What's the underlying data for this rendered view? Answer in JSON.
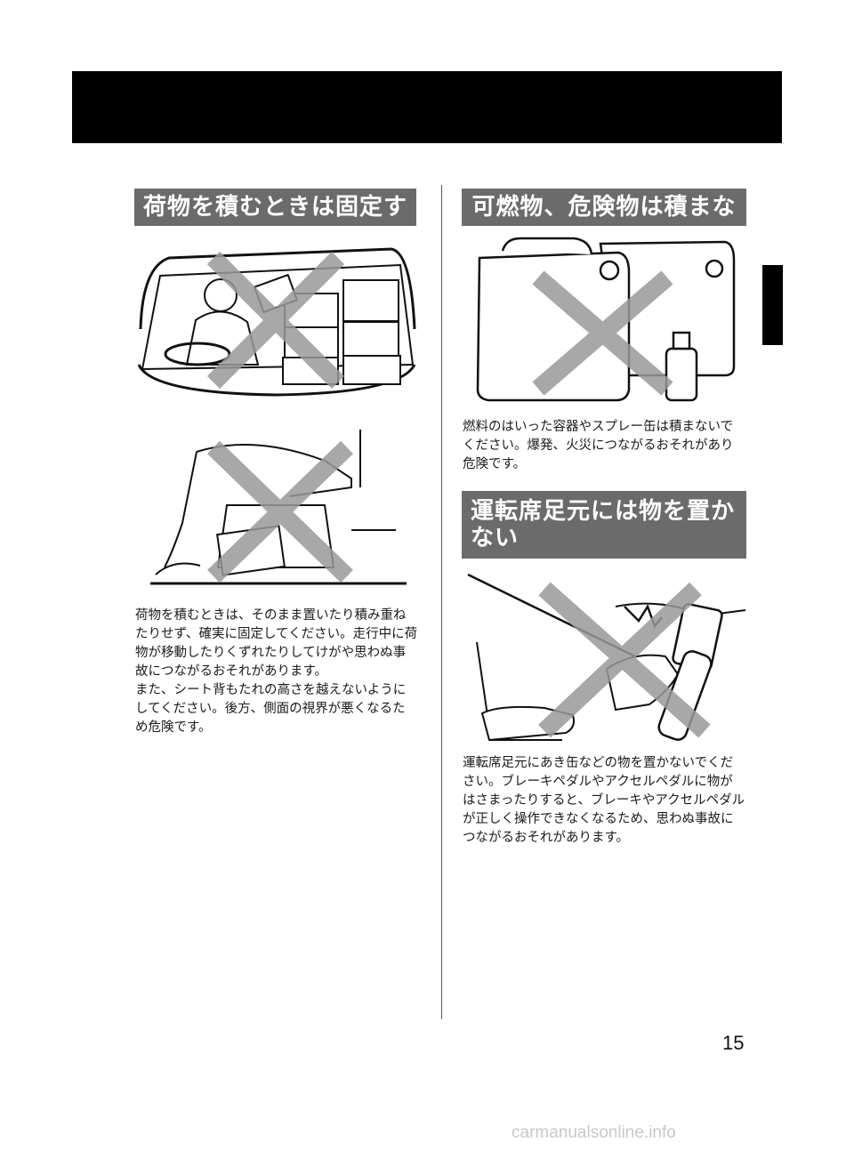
{
  "left_section": {
    "heading": "荷物を積むときは固定する",
    "body": "荷物を積むときは、そのまま置いたり積み重ねたりせず、確実に固定してください。走行中に荷物が移動したりくずれたりしてけがや思わぬ事故につながるおそれがあります。\nまた、シート背もたれの高さを越えないようにしてください。後方、側面の視界が悪くなるため危険です。"
  },
  "right_section_1": {
    "heading": "可燃物、危険物は積まない",
    "body": "燃料のはいった容器やスプレー缶は積まないでください。爆発、火災につながるおそれがあり危険です。"
  },
  "right_section_2": {
    "heading": "運転席足元には物を置かない",
    "body": "運転席足元にあき缶などの物を置かないでください。ブレーキペダルやアクセルペダルに物がはさまったりすると、ブレーキやアクセルペダルが正しく操作できなくなるため、思わぬ事故につながるおそれがあります。"
  },
  "page_number": "15",
  "watermark": "carmanualsonline.info",
  "colors": {
    "heading_bg": "#6b6b6b",
    "prohibition_x": "#9a9a9a",
    "bar": "#000000"
  },
  "icons": {
    "figure_1": "cargo-stacked-behind-driver-illustration",
    "figure_2": "cargo-on-seat-illustration",
    "figure_3": "fuel-cans-and-spray-illustration",
    "figure_4": "object-under-pedal-illustration",
    "overlay": "prohibition-x-mark"
  }
}
